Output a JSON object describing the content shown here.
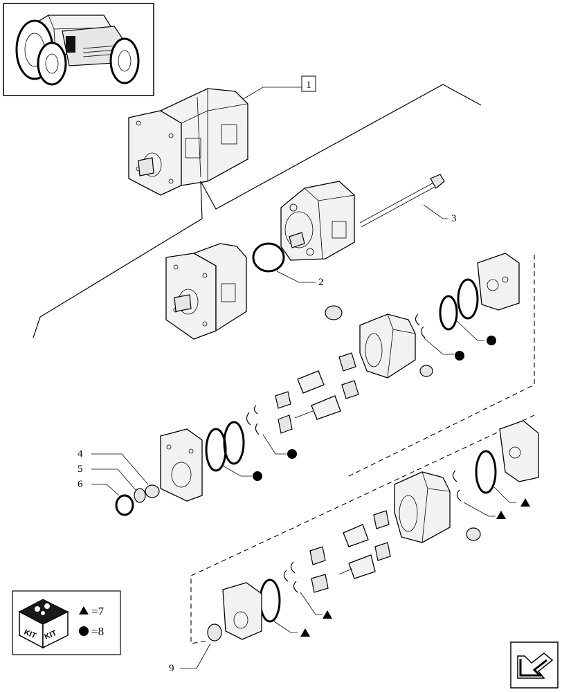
{
  "callouts": {
    "c1": "1",
    "c2": "2",
    "c3": "3",
    "c4": "4",
    "c5": "5",
    "c6": "6",
    "c9": "9"
  },
  "legend": {
    "kit_label_left": "KIT",
    "kit_label_right": "KIT",
    "triangle_value": "=7",
    "circle_value": "=8"
  },
  "icons": {
    "thumbnail": "tractor-thumbnail-icon",
    "kit": "kit-box-icon",
    "triangle": "triangle-symbol-icon",
    "circle": "circle-symbol-icon",
    "nav": "next-page-arrow-icon"
  }
}
